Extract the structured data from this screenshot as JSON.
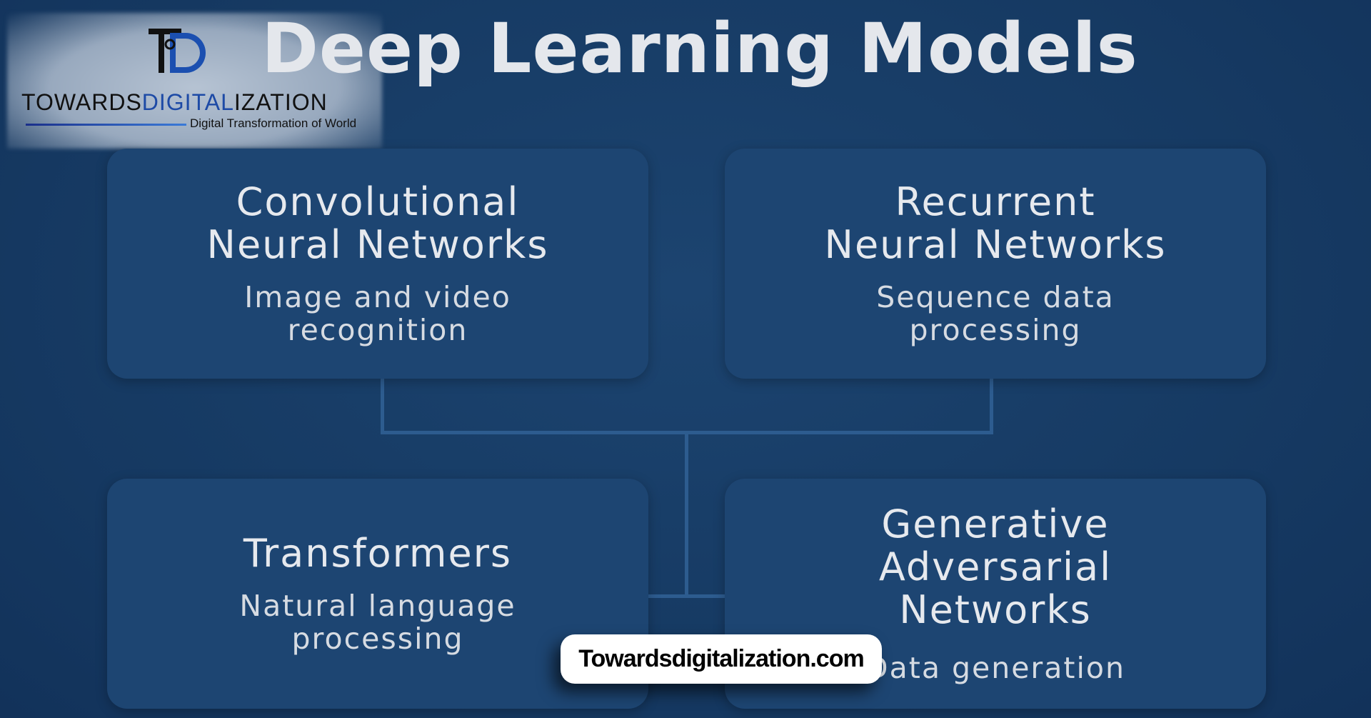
{
  "title": "Deep Learning Models",
  "logo": {
    "brand_dark": "TOWARDS",
    "brand_blue": "DIGITAL",
    "brand_dark2": "IZATION",
    "tagline": "Digital Transformation of World"
  },
  "cards": [
    {
      "title_lines": [
        "Convolutional",
        "Neural Networks"
      ],
      "desc_lines": [
        "Image and video",
        "recognition"
      ]
    },
    {
      "title_lines": [
        "Recurrent",
        "Neural Networks"
      ],
      "desc_lines": [
        "Sequence data",
        "processing"
      ]
    },
    {
      "title_lines": [
        "Transformers"
      ],
      "desc_lines": [
        "Natural language",
        "processing"
      ]
    },
    {
      "title_lines": [
        "Generative",
        "Adversarial",
        "Networks"
      ],
      "desc_lines": [
        "Data generation"
      ]
    }
  ],
  "watermark": "Towardsdigitalization.com",
  "colors": {
    "background": "#163a63",
    "card": "#1d4572",
    "connector": "#2d5c8f",
    "brand_blue": "#1d4aa6"
  }
}
